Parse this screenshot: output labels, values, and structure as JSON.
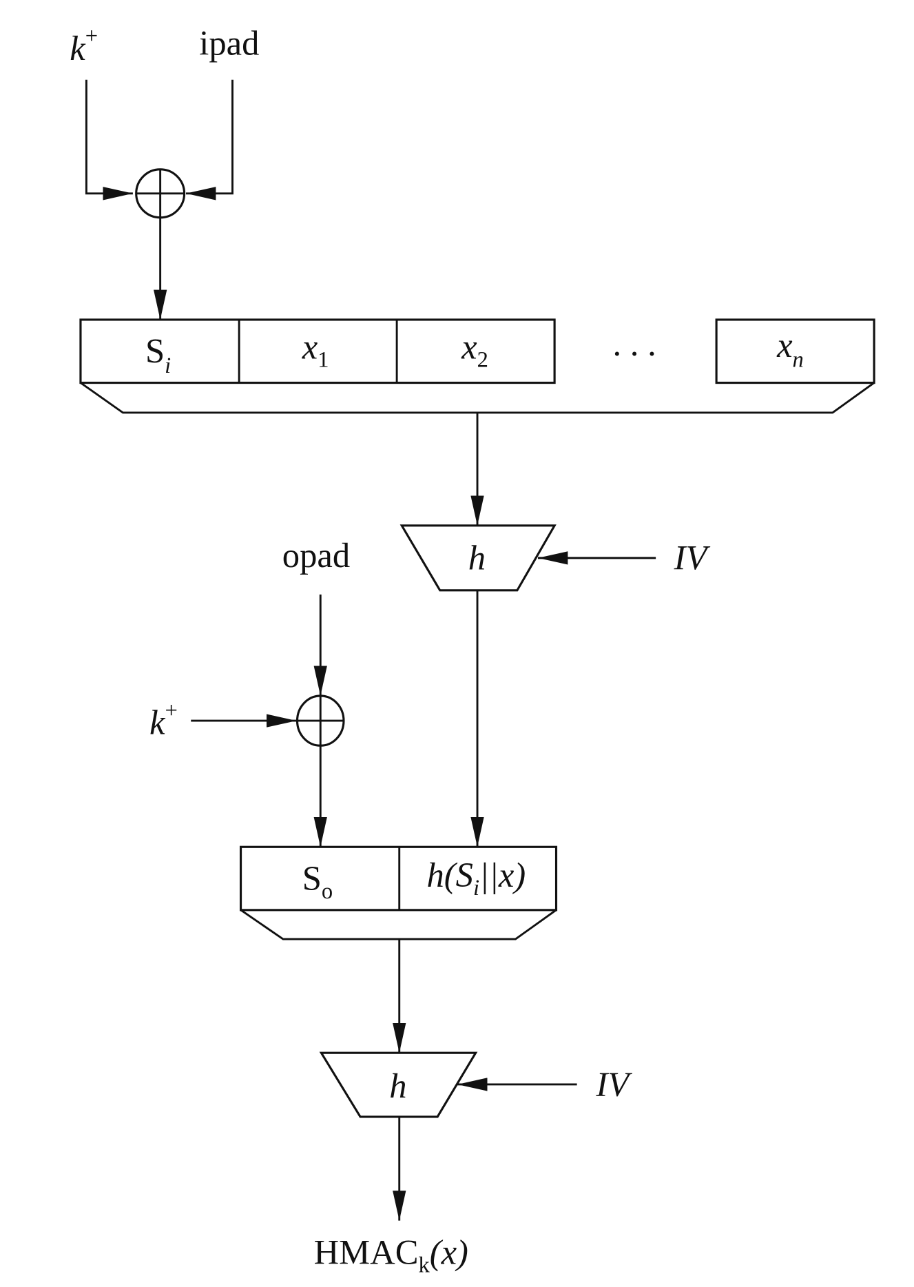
{
  "title": "HMAC construction",
  "inputs": {
    "key_top": {
      "base": "k",
      "sup": "+"
    },
    "ipad": "ipad",
    "opad": "opad",
    "key_mid": {
      "base": "k",
      "sup": "+"
    },
    "iv_top": "IV",
    "iv_bottom": "IV"
  },
  "inner_blocks": [
    {
      "base": "S",
      "sub": "i"
    },
    {
      "base": "x",
      "sub": "1"
    },
    {
      "base": "x",
      "sub": "2"
    },
    {
      "base": "…",
      "sub": ""
    },
    {
      "base": "x",
      "sub": "n"
    }
  ],
  "ellipsis": ". . .",
  "hash_label": "h",
  "outer_blocks": [
    {
      "base": "S",
      "sub": "o"
    },
    {
      "pre": "h(",
      "base": "S",
      "sub": "i",
      "post": "||x)"
    }
  ],
  "output": {
    "base": "HMAC",
    "sub": "k",
    "post": "(x)"
  },
  "xor_symbol": "⊕"
}
